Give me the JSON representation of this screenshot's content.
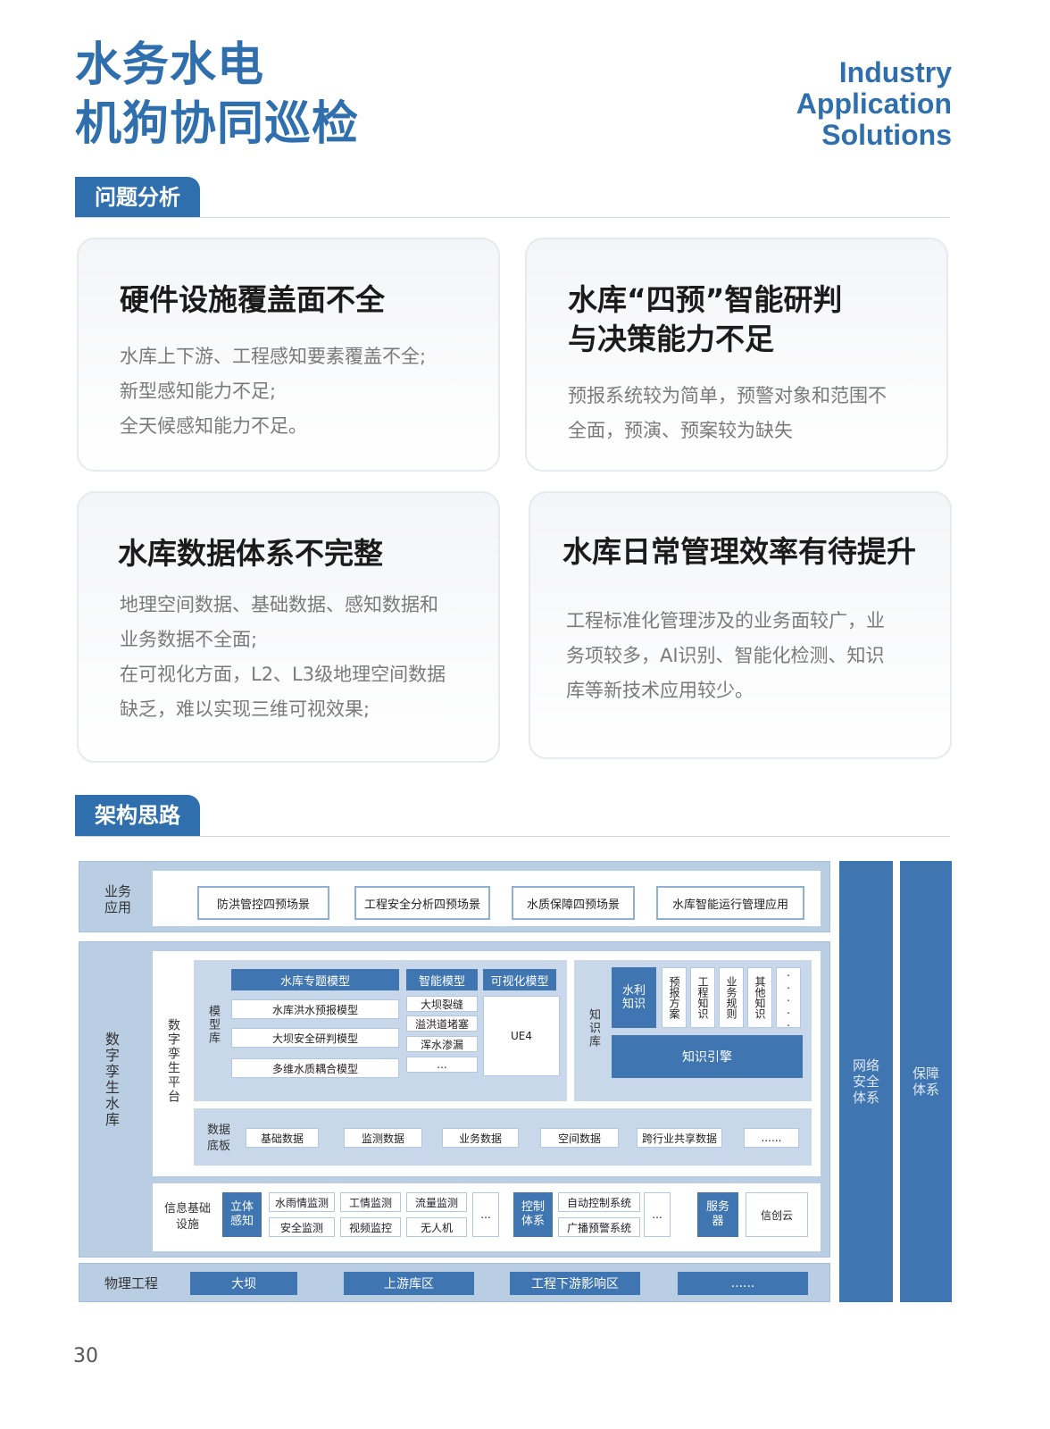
{
  "title_line1": "水务水电",
  "title_line2": "机狗协同巡检",
  "brand": [
    "Industry",
    "Application",
    "Solutions"
  ],
  "section1": "问题分析",
  "section2": "架构思路",
  "cards": [
    {
      "title": "硬件设施覆盖面不全",
      "body": "水库上下游、工程感知要素覆盖不全;\n新型感知能力不足;\n全天候感知能力不足。"
    },
    {
      "title": "水库“四预”智能研判\n与决策能力不足",
      "body": "预报系统较为简单，预警对象和范围不\n全面，预演、预案较为缺失"
    },
    {
      "title": "水库数据体系不完整",
      "body": "地理空间数据、基础数据、感知数据和\n业务数据不全面;\n在可视化方面，L2、L3级地理空间数据\n缺乏，难以实现三维可视效果;"
    },
    {
      "title": "水库日常管理效率有待提升",
      "body": "工程标准化管理涉及的业务面较广，业\n务项较多，AI识别、智能化检测、知识\n库等新技术应用较少。"
    }
  ],
  "diagram": {
    "biz_label": "业务\n应用",
    "biz_items": [
      "防洪管控四预场景",
      "工程安全分析四预场景",
      "水质保障四预场景",
      "水库智能运行管理应用"
    ],
    "twin_label": "数字孪生水库",
    "platform_label": "数字孪生平台",
    "model_lib_label": "模型库",
    "model_headers": [
      "水库专题模型",
      "智能模型",
      "可视化模型"
    ],
    "topic_models": [
      "水库洪水预报模型",
      "大坝安全研判模型",
      "多维水质耦合模型"
    ],
    "smart_models": [
      "大坝裂缝",
      "溢洪道堵塞",
      "浑水渗漏",
      "..."
    ],
    "vis_model": "UE4",
    "knowledge_label": "知识库",
    "hydro_knowledge": "水利\n知识",
    "knowledge_items": [
      "预报方案",
      "工程知识",
      "业务规则",
      "其他知识",
      "....."
    ],
    "knowledge_engine": "知识引擎",
    "data_label": "数据\n底板",
    "data_items": [
      "基础数据",
      "监测数据",
      "业务数据",
      "空间数据",
      "跨行业共享数据",
      "......"
    ],
    "info_label": "信息基础\n设施",
    "sense_label": "立体\n感知",
    "sense_items": [
      "水雨情监测",
      "工情监测",
      "流量监测",
      "安全监测",
      "视频监控",
      "无人机"
    ],
    "sense_more": "...",
    "control_label": "控制\n体系",
    "control_items": [
      "自动控制系统",
      "广播预警系统"
    ],
    "control_more": "...",
    "server_label": "服务\n器",
    "server_item": "信创云",
    "phys_label": "物理工程",
    "phys_items": [
      "大坝",
      "上游库区",
      "工程下游影响区",
      "......"
    ],
    "side1": "网络\n安全\n体系",
    "side2": "保障\n体系"
  },
  "page_number": "30"
}
